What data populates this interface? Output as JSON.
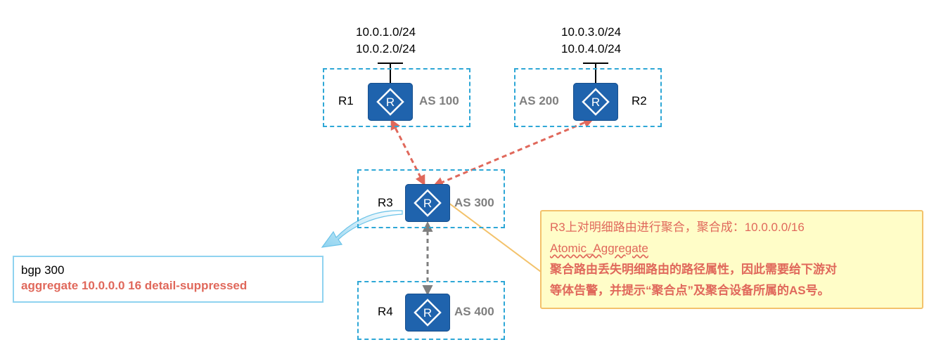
{
  "r1": {
    "name": "R1",
    "as": "AS 100",
    "prefixes": [
      "10.0.1.0/24",
      "10.0.2.0/24"
    ]
  },
  "r2": {
    "name": "R2",
    "as": "AS 200",
    "prefixes": [
      "10.0.3.0/24",
      "10.0.4.0/24"
    ]
  },
  "r3": {
    "name": "R3",
    "as": "AS 300"
  },
  "r4": {
    "name": "R4",
    "as": "AS 400"
  },
  "config": {
    "line1": "bgp 300",
    "line2": "aggregate 10.0.0.0 16 detail-suppressed"
  },
  "note": {
    "line1": "R3上对明细路由进行聚合，聚合成：10.0.0.0/16",
    "line2": "Atomic_Aggregate",
    "line3": "聚合路由丢失明细路由的路径属性，因此需要给下游对",
    "line4": "等体告警，并提示“聚合点”及聚合设备所属的AS号。"
  },
  "colors": {
    "box_border": "#2ea7d6",
    "router_fill": "#1f63ad",
    "link_red": "#e0685b",
    "link_gray": "#7f7f7f",
    "note_fill": "#fffdc8",
    "note_border": "#f3c26b",
    "text_red": "#e0685b",
    "as_gray": "#7f7f7f"
  },
  "icons": [
    "router-icon",
    "curved-arrow-icon"
  ]
}
